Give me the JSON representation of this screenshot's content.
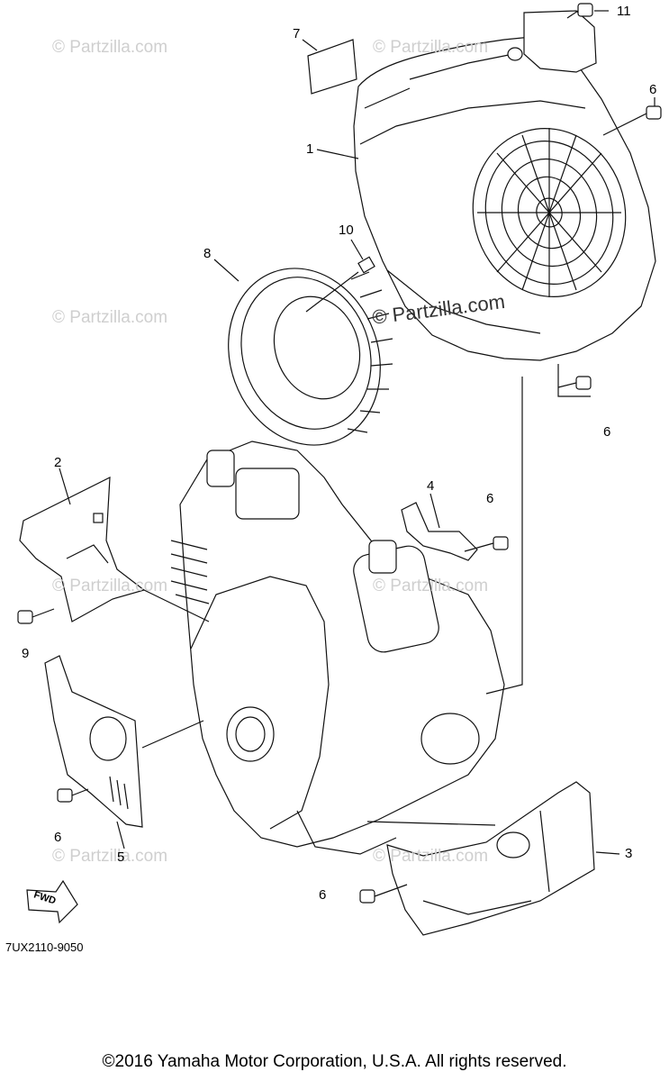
{
  "watermarks": {
    "small": "© Partzilla.com",
    "main": "© Partzilla.com"
  },
  "callouts": {
    "c1": "1",
    "c2": "2",
    "c3": "3",
    "c4": "4",
    "c5": "5",
    "c6a": "6",
    "c6b": "6",
    "c6c": "6",
    "c6d": "6",
    "c6e": "6",
    "c7": "7",
    "c8": "8",
    "c9": "9",
    "c10": "10",
    "c11": "11"
  },
  "fwd_label": "FWD",
  "diagram_code": "7UX2110-9050",
  "copyright": "©2016 Yamaha Motor Corporation, U.S.A. All rights reserved."
}
